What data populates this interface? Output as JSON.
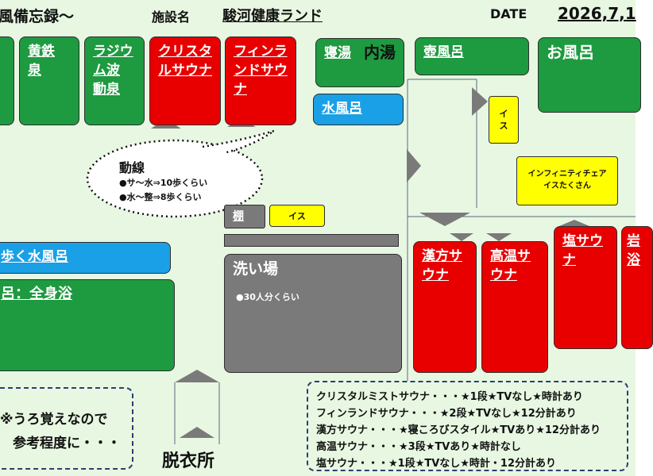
{
  "header": {
    "title_fragment": "風備忘録〜",
    "facility_label": "施設名",
    "facility_name": "駿河健康ランド",
    "date_label": "DATE",
    "date_value": "2026,7,1"
  },
  "rooms": {
    "ou_tetsu": "黄鉄\n泉",
    "radium": "ラジウ\nム波\n動泉",
    "crystal_sauna": "クリスタ\nルサウナ",
    "finland_sauna": "フィンラ\nンドサウ\nナ",
    "neyu": "寝湯",
    "uchiyu": "内湯",
    "tsubo": "壺風呂",
    "ofuro": "お風呂",
    "mizuburo": "水風呂",
    "aruku_mizu": "歩く水風呂",
    "zenshin": "呂：全身浴",
    "arai_ba": "洗い場",
    "arai_ba_note": "●30人分くらい",
    "tana": "棚",
    "isu_small": "イス",
    "isu_right": "イ\nス",
    "infinity_chair": "インフィニティチェア\nイスたくさん",
    "kanpo_sauna": "漢方サ\nウナ",
    "koon_sauna": "高温サ\nウナ",
    "shio_sauna": "塩サウ\nナ",
    "edge_room": "岩\n浴",
    "datsui": "脱衣所"
  },
  "route": {
    "title": "動線",
    "line1": "●サ〜水⇒10歩くらい",
    "line2": "●水〜整⇒8歩くらい"
  },
  "note": {
    "line1": "※うろ覚えなので",
    "line2": "参考程度に・・・"
  },
  "legend": [
    "クリスタルミストサウナ・・・★1段★TVなし★時計あり",
    "フィンランドサウナ・・・★2段★TVなし★12分計あり",
    "漢方サウナ・・・★寝ころびスタイル★TVあり★12分計あり",
    "高温サウナ・・・★3段★TVあり★時計なし",
    "塩サウナ・・・★1段★TVなし★時計・12分計あり"
  ],
  "colors": {
    "background": "#e8f7e2",
    "bath": "#1e9a40",
    "sauna": "#e80000",
    "cold_water": "#1aa0e6",
    "chair": "#ffff00",
    "wash": "#7a7a7a"
  }
}
